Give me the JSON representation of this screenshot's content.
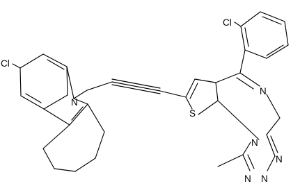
{
  "atom_labels": {
    "cl_left": "Cl",
    "n_indole": "N",
    "cl_right": "Cl",
    "n_imine": "N",
    "s_thiophene": "S",
    "n_fused": "N",
    "n_triazole_1": "N",
    "n_triazole_2": "N",
    "n_triazole_3": "N"
  }
}
